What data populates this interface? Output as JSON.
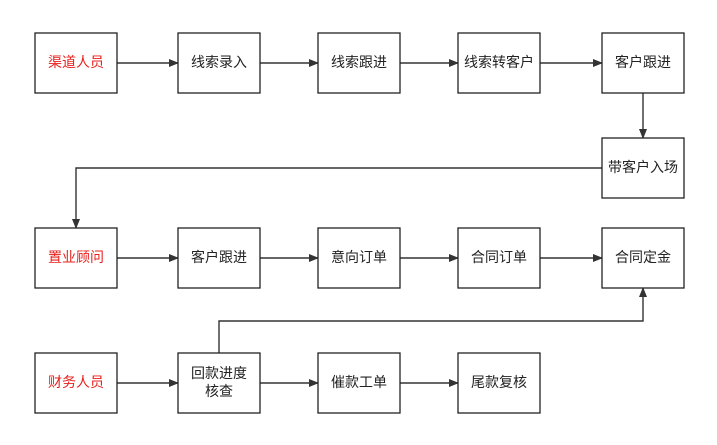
{
  "colors": {
    "role_text": "#e8201c",
    "step_text": "#222222",
    "border": "#222222",
    "line": "#333333",
    "fill": "#ffffff"
  },
  "nodes": {
    "channel_staff": {
      "label": "渠道人员",
      "role": true
    },
    "lead_entry": {
      "label": "线索录入"
    },
    "lead_followup": {
      "label": "线索跟进"
    },
    "lead_to_customer": {
      "label": "线索转客户"
    },
    "customer_followup_1": {
      "label": "客户跟进"
    },
    "bring_customer": {
      "label": "带客户入场"
    },
    "sales_consultant": {
      "label": "置业顾问",
      "role": true
    },
    "customer_followup_2": {
      "label": "客户跟进"
    },
    "intent_order": {
      "label": "意向订单"
    },
    "contract_order": {
      "label": "合同订单"
    },
    "contract_deposit": {
      "label": "合同定金"
    },
    "finance_staff": {
      "label": "财务人员",
      "role": true
    },
    "payment_check": {
      "label": "回款进度\n核查"
    },
    "urge_ticket": {
      "label": "催款工单"
    },
    "final_payment_review": {
      "label": "尾款复核"
    }
  },
  "edges": [
    [
      "channel_staff",
      "lead_entry"
    ],
    [
      "lead_entry",
      "lead_followup"
    ],
    [
      "lead_followup",
      "lead_to_customer"
    ],
    [
      "lead_to_customer",
      "customer_followup_1"
    ],
    [
      "customer_followup_1",
      "bring_customer"
    ],
    [
      "bring_customer",
      "sales_consultant"
    ],
    [
      "sales_consultant",
      "customer_followup_2"
    ],
    [
      "customer_followup_2",
      "intent_order"
    ],
    [
      "intent_order",
      "contract_order"
    ],
    [
      "contract_order",
      "contract_deposit"
    ],
    [
      "finance_staff",
      "payment_check"
    ],
    [
      "payment_check",
      "urge_ticket"
    ],
    [
      "urge_ticket",
      "final_payment_review"
    ],
    [
      "payment_check",
      "contract_deposit"
    ]
  ]
}
